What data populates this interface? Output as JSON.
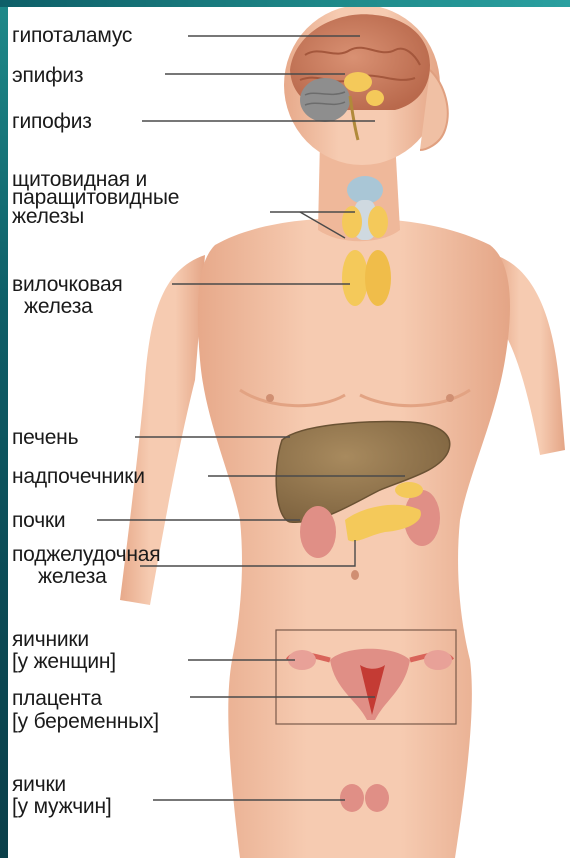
{
  "labels": {
    "hypothalamus": "гипоталамус",
    "epiphysis": "эпифиз",
    "hypophysis": "гипофиз",
    "thyroid_1": "щитовидная и",
    "thyroid_2": "паращитовидные",
    "thyroid_3": "железы",
    "thymus_1": "вилочковая",
    "thymus_2": "железа",
    "liver": "печень",
    "adrenals": "надпочечники",
    "kidneys": "почки",
    "pancreas_1": "поджелудочная",
    "pancreas_2": "железа",
    "ovaries_1": "яичники",
    "ovaries_2": "[у женщин]",
    "placenta_1": "плацента",
    "placenta_2": "[у беременных]",
    "testes_1": "яички",
    "testes_2": "[у мужчин]"
  },
  "colors": {
    "skin": "#f3c2a6",
    "skin_shadow": "#e3a585",
    "brain": "#c9785a",
    "gland_yellow": "#f4c95a",
    "thyroid_blue": "#a9c6d6",
    "liver": "#9b7b50",
    "kidney": "#e08f86",
    "uterus": "#d9645a",
    "frame_teal": "#0e5f68"
  }
}
